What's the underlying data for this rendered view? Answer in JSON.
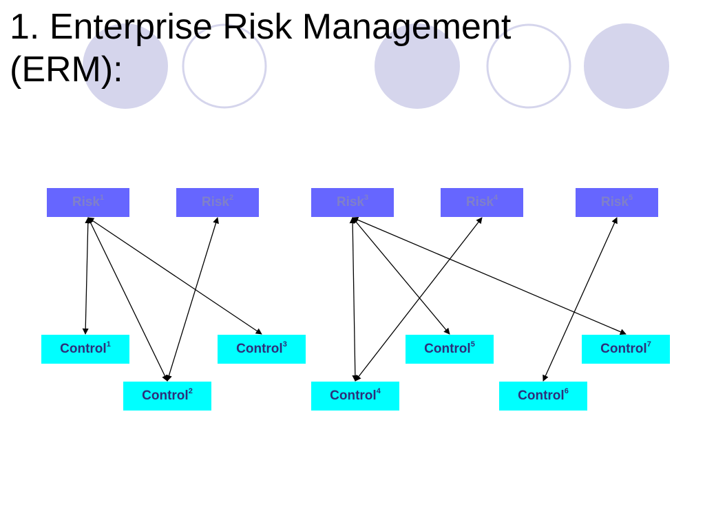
{
  "slide": {
    "title_line1": "1. Enterprise Risk Management",
    "title_line2": "(ERM):"
  },
  "colors": {
    "circle_fill": "#d5d5ec",
    "circle_ring": "#d5d5ec",
    "risk_box": "#6666ff",
    "risk_text": "#8080c8",
    "control_box": "#00ffff",
    "control_text": "#2e2e7a",
    "arrow": "#000000"
  },
  "risks": [
    {
      "label": "Risk",
      "sup": "1"
    },
    {
      "label": "Risk",
      "sup": "2"
    },
    {
      "label": "Risk",
      "sup": "3"
    },
    {
      "label": "Risk",
      "sup": "4"
    },
    {
      "label": "Risk",
      "sup": "5"
    }
  ],
  "controls": [
    {
      "label": "Control",
      "sup": "1"
    },
    {
      "label": "Control",
      "sup": "2"
    },
    {
      "label": "Control",
      "sup": "3"
    },
    {
      "label": "Control",
      "sup": "4"
    },
    {
      "label": "Control",
      "sup": "5"
    },
    {
      "label": "Control",
      "sup": "6"
    },
    {
      "label": "Control",
      "sup": "7"
    }
  ],
  "links": [
    {
      "risk": 1,
      "control": 1
    },
    {
      "risk": 1,
      "control": 2
    },
    {
      "risk": 1,
      "control": 3
    },
    {
      "risk": 2,
      "control": 2
    },
    {
      "risk": 3,
      "control": 4
    },
    {
      "risk": 3,
      "control": 5
    },
    {
      "risk": 3,
      "control": 7
    },
    {
      "risk": 4,
      "control": 4
    },
    {
      "risk": 5,
      "control": 6
    }
  ]
}
